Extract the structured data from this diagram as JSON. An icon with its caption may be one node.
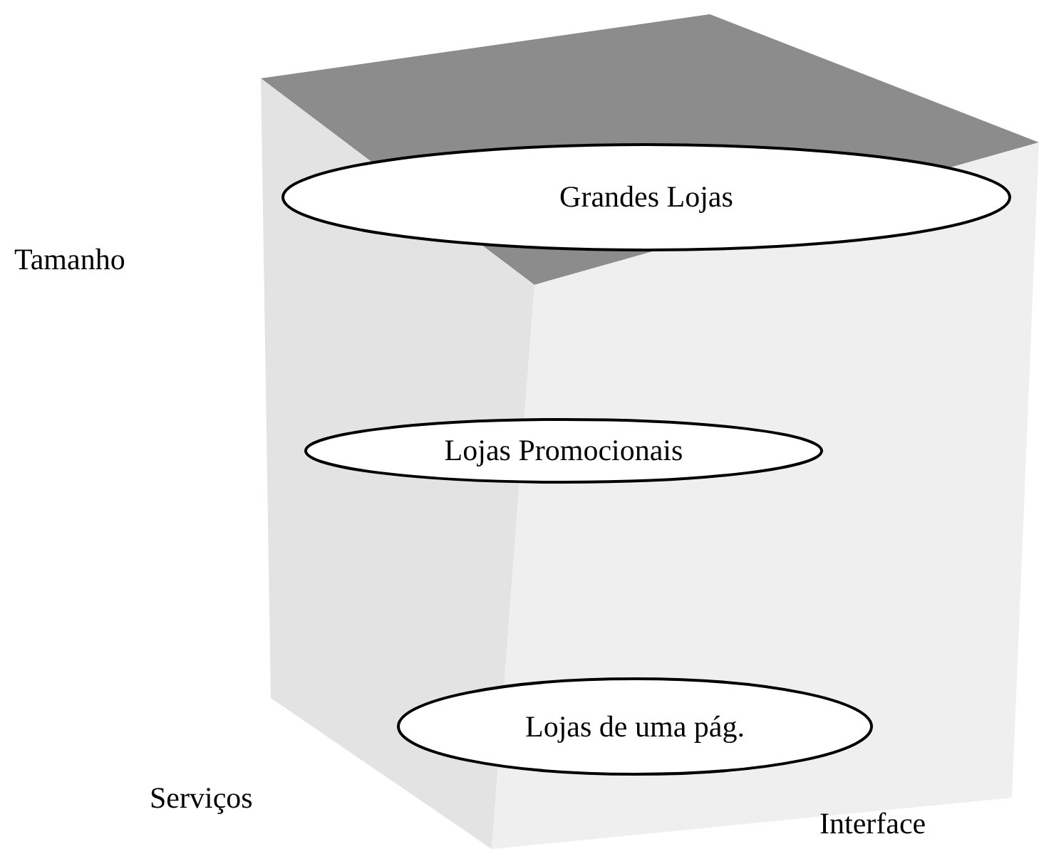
{
  "diagram": {
    "nodes": [
      {
        "text": [
          "Grandes Lojas"
        ]
      },
      {
        "text": [
          "Lojas Promocionais"
        ]
      },
      {
        "text": [
          "Lojas de uma pág."
        ]
      }
    ],
    "labels": [
      "Tamanho",
      "Serviços",
      "Interface"
    ]
  }
}
